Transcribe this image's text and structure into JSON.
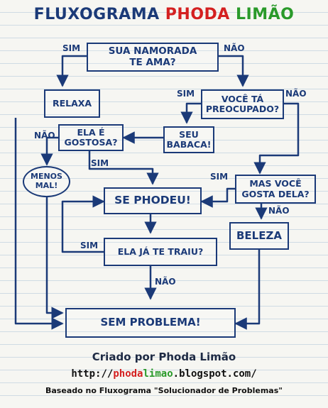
{
  "title": {
    "part1": "FLUXOGRAMA",
    "part2": "PHODA",
    "part3": "LIMÃO"
  },
  "colors": {
    "ink": "#1b3a78",
    "red": "#d42020",
    "green": "#2a9a2a"
  },
  "nodes": {
    "namorada": "SUA NAMORADA\nTE AMA?",
    "relaxa": "RELAXA",
    "preocupado": "VOCÊ TÁ\nPREOCUPADO?",
    "gostosa": "ELA É\nGOSTOSA?",
    "babaca": "SEU\nBABACA!",
    "menos_mal": "MENOS\nMAL!",
    "gosta": "MAS VOCÊ\nGOSTA DELA?",
    "phodeu": "SE PHODEU!",
    "beleza": "BELEZA",
    "traiu": "ELA JÁ TE TRAIU?",
    "sem_problema": "SEM PROBLEMA!"
  },
  "labels": {
    "sim": "SIM",
    "nao": "NÃO"
  },
  "footer": {
    "credit": "Criado por Phoda Limão",
    "url_prefix": "http://",
    "url_red": "phoda",
    "url_green": "limao",
    "url_suffix": ".blogspot.com/",
    "based_on": "Baseado no Fluxograma \"Solucionador de Problemas\""
  }
}
